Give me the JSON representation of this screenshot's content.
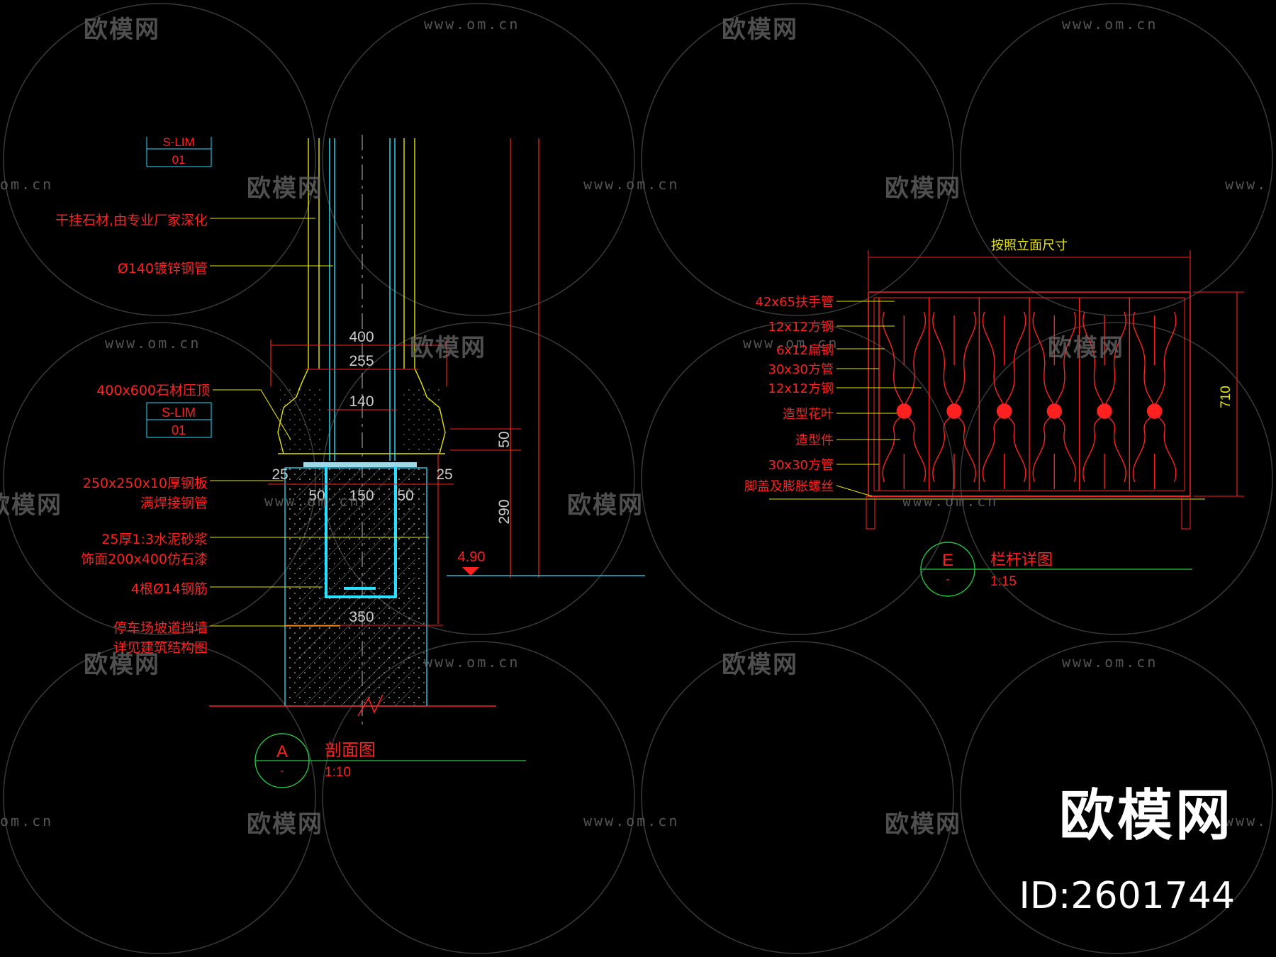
{
  "colors": {
    "background": "#000000",
    "red": "#ff2020",
    "yellow": "#e6e600",
    "cyan": "#28e0ff",
    "white": "#ffffff",
    "green": "#22cc44",
    "grey": "#6a6a6a"
  },
  "watermark": {
    "logo": "欧模网",
    "url": "www.om.cn",
    "url_partial": "om.cn",
    "url_partial_left": "www."
  },
  "brand": {
    "name": "欧模网",
    "id": "ID:2601744"
  },
  "section_a": {
    "ref_top": {
      "code": "S-LIM",
      "num": "01"
    },
    "ref_mid": {
      "code": "S-LIM",
      "num": "01"
    },
    "notes": [
      "干挂石材,由专业厂家深化",
      "Ø140镀锌钢管",
      "400x600石材压顶",
      "250x250x10厚钢板",
      "满焊接钢管",
      "25厚1:3水泥砂浆",
      "饰面200x400仿石漆",
      "4根Ø14钢筋",
      "停车场坡道挡墙",
      "详见建筑结构图"
    ],
    "dims": {
      "d400": "400",
      "d255": "255",
      "d140": "140",
      "d50v": "50",
      "d25l": "25",
      "d25r": "25",
      "d50l": "50",
      "d150": "150",
      "d50r": "50",
      "d290": "290",
      "d350": "350"
    },
    "elevation": "4.90",
    "title": {
      "letter": "A",
      "sub": "-",
      "name": "剖面图",
      "scale": "1:10"
    }
  },
  "section_e": {
    "top_dim": "按照立面尺寸",
    "side_dim": "710",
    "notes": [
      "42x65扶手管",
      "12x12方钢",
      "6x12扁钢",
      "30x30方管",
      "12x12方钢",
      "造型花叶",
      "造型件",
      "30x30方管",
      "脚盖及膨胀螺丝"
    ],
    "title": {
      "letter": "E",
      "sub": "-",
      "name": "栏杆详图",
      "scale": "1:15"
    }
  }
}
